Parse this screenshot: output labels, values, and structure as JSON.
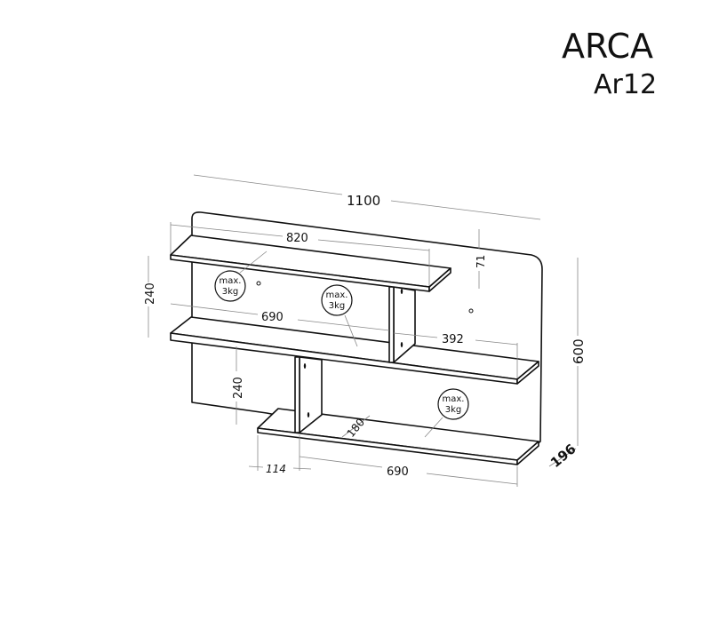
{
  "title": "ARCA",
  "model": "Ar12",
  "dimensions": {
    "width_total": "1100",
    "top_shelf": "820",
    "middle_shelf": "690",
    "middle_right": "392",
    "bottom_shelf": "690",
    "bottom_offset": "114",
    "upper_gap": "240",
    "lower_gap": "240",
    "height": "600",
    "depth": "196",
    "shelf_depth": "180",
    "top_offset": "71"
  },
  "load_labels": [
    {
      "line1": "max.",
      "line2": "3kg"
    },
    {
      "line1": "max.",
      "line2": "3kg"
    },
    {
      "line1": "max.",
      "line2": "3kg"
    }
  ]
}
